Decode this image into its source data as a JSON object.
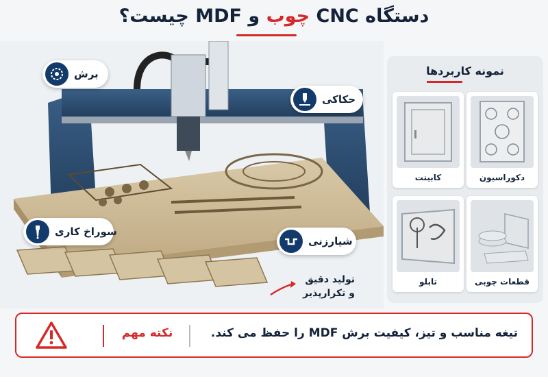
{
  "header": {
    "title_prefix": "دستگاه CNC",
    "title_highlight": "چوب",
    "title_suffix": "و MDF چیست؟"
  },
  "callouts": {
    "cut": "برش",
    "engrave": "حکاکی",
    "drill": "سوراخ کاری",
    "groove": "شیارزنی"
  },
  "precision": {
    "line1": "تولید دقیق",
    "line2": "و تکرارپذیر"
  },
  "applications": {
    "title": "نمونه کاربردها",
    "items": [
      "کابینت",
      "دکوراسیون",
      "تابلو",
      "قطعات چوبی"
    ]
  },
  "note": {
    "label": "نکته مهم",
    "text": "تیغه مناسب و تیز،  کیفیت برش MDF را حفظ می کند."
  },
  "colors": {
    "accent": "#d62828",
    "navy": "#14233a",
    "machine_blue": "#2f4f73",
    "board": "#cdbb9a"
  },
  "icons": [
    "saw-blade-icon",
    "laser-engrave-icon",
    "drill-bit-icon",
    "groove-channel-icon",
    "warning-triangle-icon"
  ]
}
